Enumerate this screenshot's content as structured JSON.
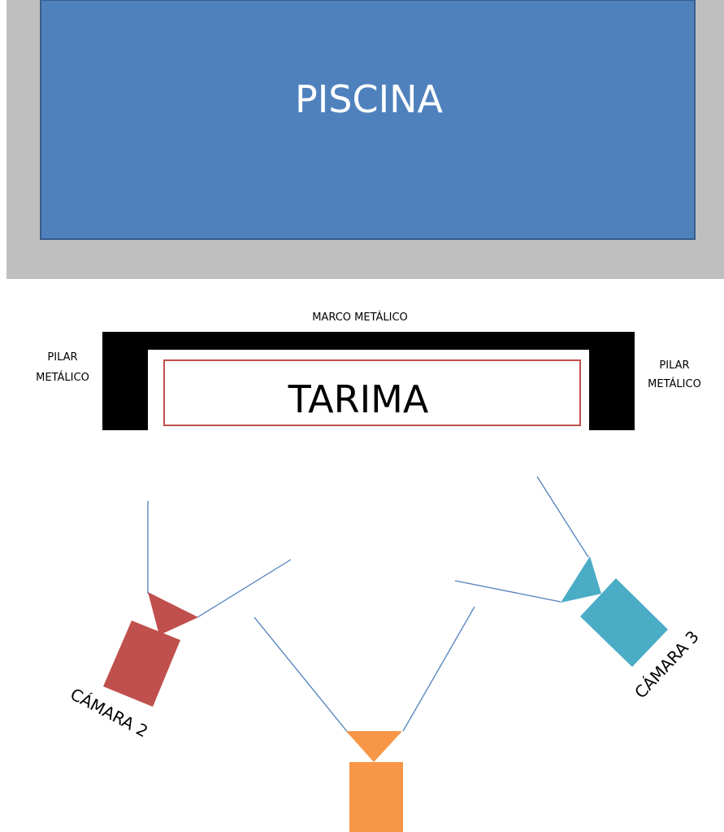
{
  "labels": {
    "pool": "PISCINA",
    "frame": "MARCO METÁLICO",
    "pillar_left_line1": "PILAR",
    "pillar_left_line2": "METÁLICO",
    "pillar_right_line1": "PILAR",
    "pillar_right_line2": "METÁLICO",
    "stage": "TARIMA",
    "camera_2": "CÁMARA 2",
    "camera_3": "CÁMARA 3"
  },
  "colors": {
    "pool_fill": "#4f81bd",
    "pool_border": "#385d8a",
    "deck": "#bfbfbf",
    "frame": "#000000",
    "stage_border": "#c0504d",
    "camera_2": "#c0504d",
    "camera_1": "#f79646",
    "camera_3": "#4bacc6",
    "view_lines": "#4f81bd"
  }
}
